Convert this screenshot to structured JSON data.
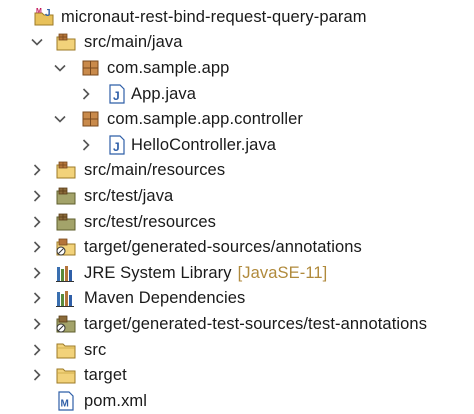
{
  "tree": {
    "project": {
      "label": "micronaut-rest-bind-request-query-param",
      "icon": "maven-java-project-icon"
    },
    "src_main_java": {
      "label": "src/main/java",
      "state": "expanded",
      "icon": "source-folder-icon"
    },
    "pkg_app": {
      "label": "com.sample.app",
      "state": "expanded",
      "icon": "package-icon"
    },
    "app_java": {
      "label": "App.java",
      "state": "collapsed",
      "icon": "java-file-icon"
    },
    "pkg_controller": {
      "label": "com.sample.app.controller",
      "state": "expanded",
      "icon": "package-icon"
    },
    "hello_controller": {
      "label": "HelloController.java",
      "state": "collapsed",
      "icon": "java-file-icon"
    },
    "src_main_resources": {
      "label": "src/main/resources",
      "state": "collapsed",
      "icon": "source-folder-icon"
    },
    "src_test_java": {
      "label": "src/test/java",
      "state": "collapsed",
      "icon": "test-source-folder-icon"
    },
    "src_test_resources": {
      "label": "src/test/resources",
      "state": "collapsed",
      "icon": "test-source-folder-icon"
    },
    "target_gen_sources": {
      "label": "target/generated-sources/annotations",
      "state": "collapsed",
      "icon": "generated-source-folder-icon"
    },
    "jre_library": {
      "label": "JRE System Library",
      "decoration": "[JavaSE-11]",
      "state": "collapsed",
      "icon": "library-icon"
    },
    "maven_deps": {
      "label": "Maven Dependencies",
      "state": "collapsed",
      "icon": "library-icon"
    },
    "target_gen_test_sources": {
      "label": "target/generated-test-sources/test-annotations",
      "state": "collapsed",
      "icon": "generated-test-source-folder-icon"
    },
    "src_folder": {
      "label": "src",
      "state": "collapsed",
      "icon": "folder-icon"
    },
    "target_folder": {
      "label": "target",
      "state": "collapsed",
      "icon": "folder-icon"
    },
    "pom": {
      "label": "pom.xml",
      "icon": "maven-pom-icon"
    }
  },
  "colors": {
    "text": "#1a1a1a",
    "decoration": "#b08a3c",
    "chevron": "#555555",
    "folder": "#e8c15a",
    "package": "#b5753a",
    "java_blue": "#2f5fa8"
  }
}
